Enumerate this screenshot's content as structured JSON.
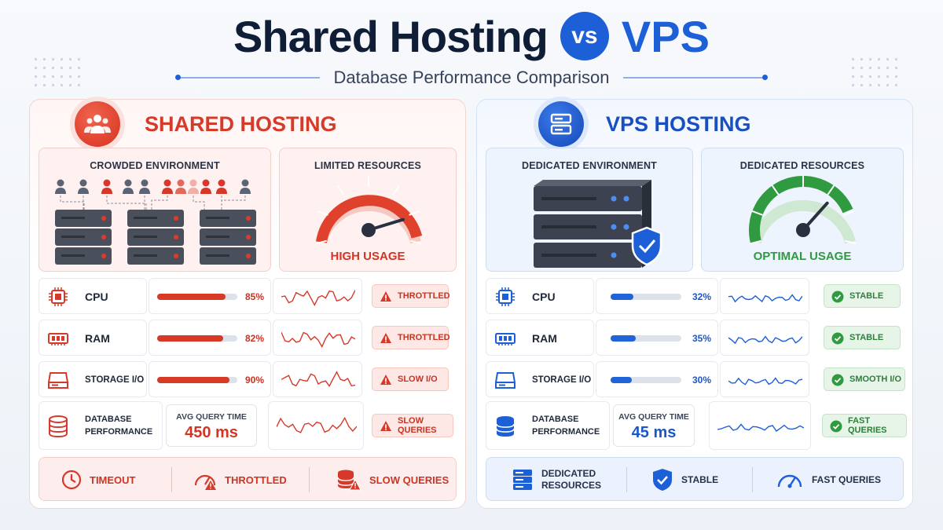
{
  "header": {
    "title_left": "Shared Hosting",
    "vs": "vs",
    "title_right": "VPS",
    "subtitle": "Database Performance Comparison"
  },
  "colors": {
    "shared_accent": "#d63a28",
    "vps_accent": "#1a4fc2",
    "optimal_green": "#2e9a3e"
  },
  "shared": {
    "title": "SHARED HOSTING",
    "icon": "users-icon",
    "env_label": "CROWDED ENVIRONMENT",
    "resources_label": "LIMITED RESOURCES",
    "gauge_status": "HIGH USAGE",
    "gauge_level": 0.85,
    "metrics": [
      {
        "name": "CPU",
        "icon": "cpu-icon",
        "percent": 85,
        "percent_text": "85%",
        "status": "THROTTLED",
        "status_icon": "warning-icon"
      },
      {
        "name": "RAM",
        "icon": "ram-icon",
        "percent": 82,
        "percent_text": "82%",
        "status": "THROTTLED",
        "status_icon": "warning-icon"
      },
      {
        "name": "STORAGE I/O",
        "icon": "storage-icon",
        "percent": 90,
        "percent_text": "90%",
        "status": "SLOW I/O",
        "status_icon": "warning-icon"
      }
    ],
    "database": {
      "name_line1": "DATABASE",
      "name_line2": "PERFORMANCE",
      "icon": "database-icon",
      "query_label": "AVG QUERY TIME",
      "query_value": "450 ms",
      "status": "SLOW QUERIES",
      "status_icon": "warning-icon"
    },
    "footer": [
      {
        "label": "TIMEOUT",
        "icon": "clock-icon"
      },
      {
        "label": "THROTTLED",
        "icon": "gauge-warning-icon"
      },
      {
        "label": "SLOW QUERIES",
        "icon": "database-warning-icon"
      }
    ]
  },
  "vps": {
    "title": "VPS HOSTING",
    "icon": "server-icon",
    "env_label": "DEDICATED ENVIRONMENT",
    "resources_label": "DEDICATED RESOURCES",
    "gauge_status": "OPTIMAL USAGE",
    "gauge_level": 0.7,
    "metrics": [
      {
        "name": "CPU",
        "icon": "cpu-icon",
        "percent": 32,
        "percent_text": "32%",
        "status": "STABLE",
        "status_icon": "check-icon"
      },
      {
        "name": "RAM",
        "icon": "ram-icon",
        "percent": 35,
        "percent_text": "35%",
        "status": "STABLE",
        "status_icon": "check-icon"
      },
      {
        "name": "STORAGE I/O",
        "icon": "storage-icon",
        "percent": 30,
        "percent_text": "30%",
        "status": "SMOOTH I/O",
        "status_icon": "check-icon"
      }
    ],
    "database": {
      "name_line1": "DATABASE",
      "name_line2": "PERFORMANCE",
      "icon": "database-icon",
      "query_label": "AVG QUERY TIME",
      "query_value": "45 ms",
      "status": "FAST QUERIES",
      "status_icon": "check-icon"
    },
    "footer": [
      {
        "label_line1": "DEDICATED",
        "label_line2": "RESOURCES",
        "icon": "server-stack-icon"
      },
      {
        "label": "STABLE",
        "icon": "shield-check-icon"
      },
      {
        "label": "FAST QUERIES",
        "icon": "speedometer-icon"
      }
    ]
  }
}
